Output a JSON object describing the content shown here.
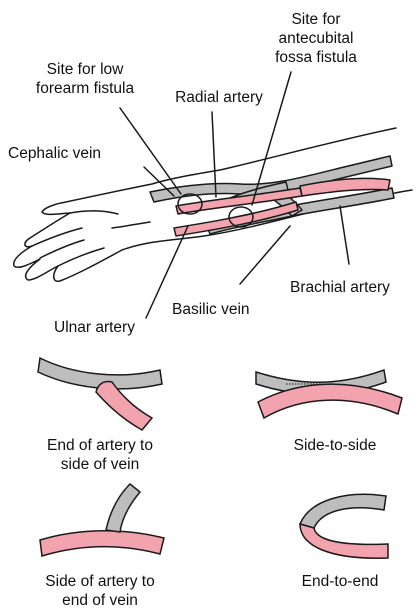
{
  "colors": {
    "artery": "#f2a3ad",
    "vein": "#bdbdbd",
    "outline": "#1a1a1a",
    "background": "#ffffff"
  },
  "labels": {
    "site_antecubital": [
      "Site for",
      "antecubital",
      "fossa fistula"
    ],
    "site_low_forearm": [
      "Site for low",
      "forearm fistula"
    ],
    "radial_artery": "Radial artery",
    "cephalic_vein": "Cephalic vein",
    "brachial_artery": "Brachial artery",
    "basilic_vein": "Basilic vein",
    "ulnar_artery": "Ulnar artery"
  },
  "anastomoses": [
    {
      "id": "end-artery-side-vein",
      "caption": [
        "End of artery to",
        "side of vein"
      ]
    },
    {
      "id": "side-to-side",
      "caption": [
        "Side-to-side"
      ]
    },
    {
      "id": "side-artery-end-vein",
      "caption": [
        "Side of artery to",
        "end of vein"
      ]
    },
    {
      "id": "end-to-end",
      "caption": [
        "End-to-end"
      ]
    }
  ]
}
